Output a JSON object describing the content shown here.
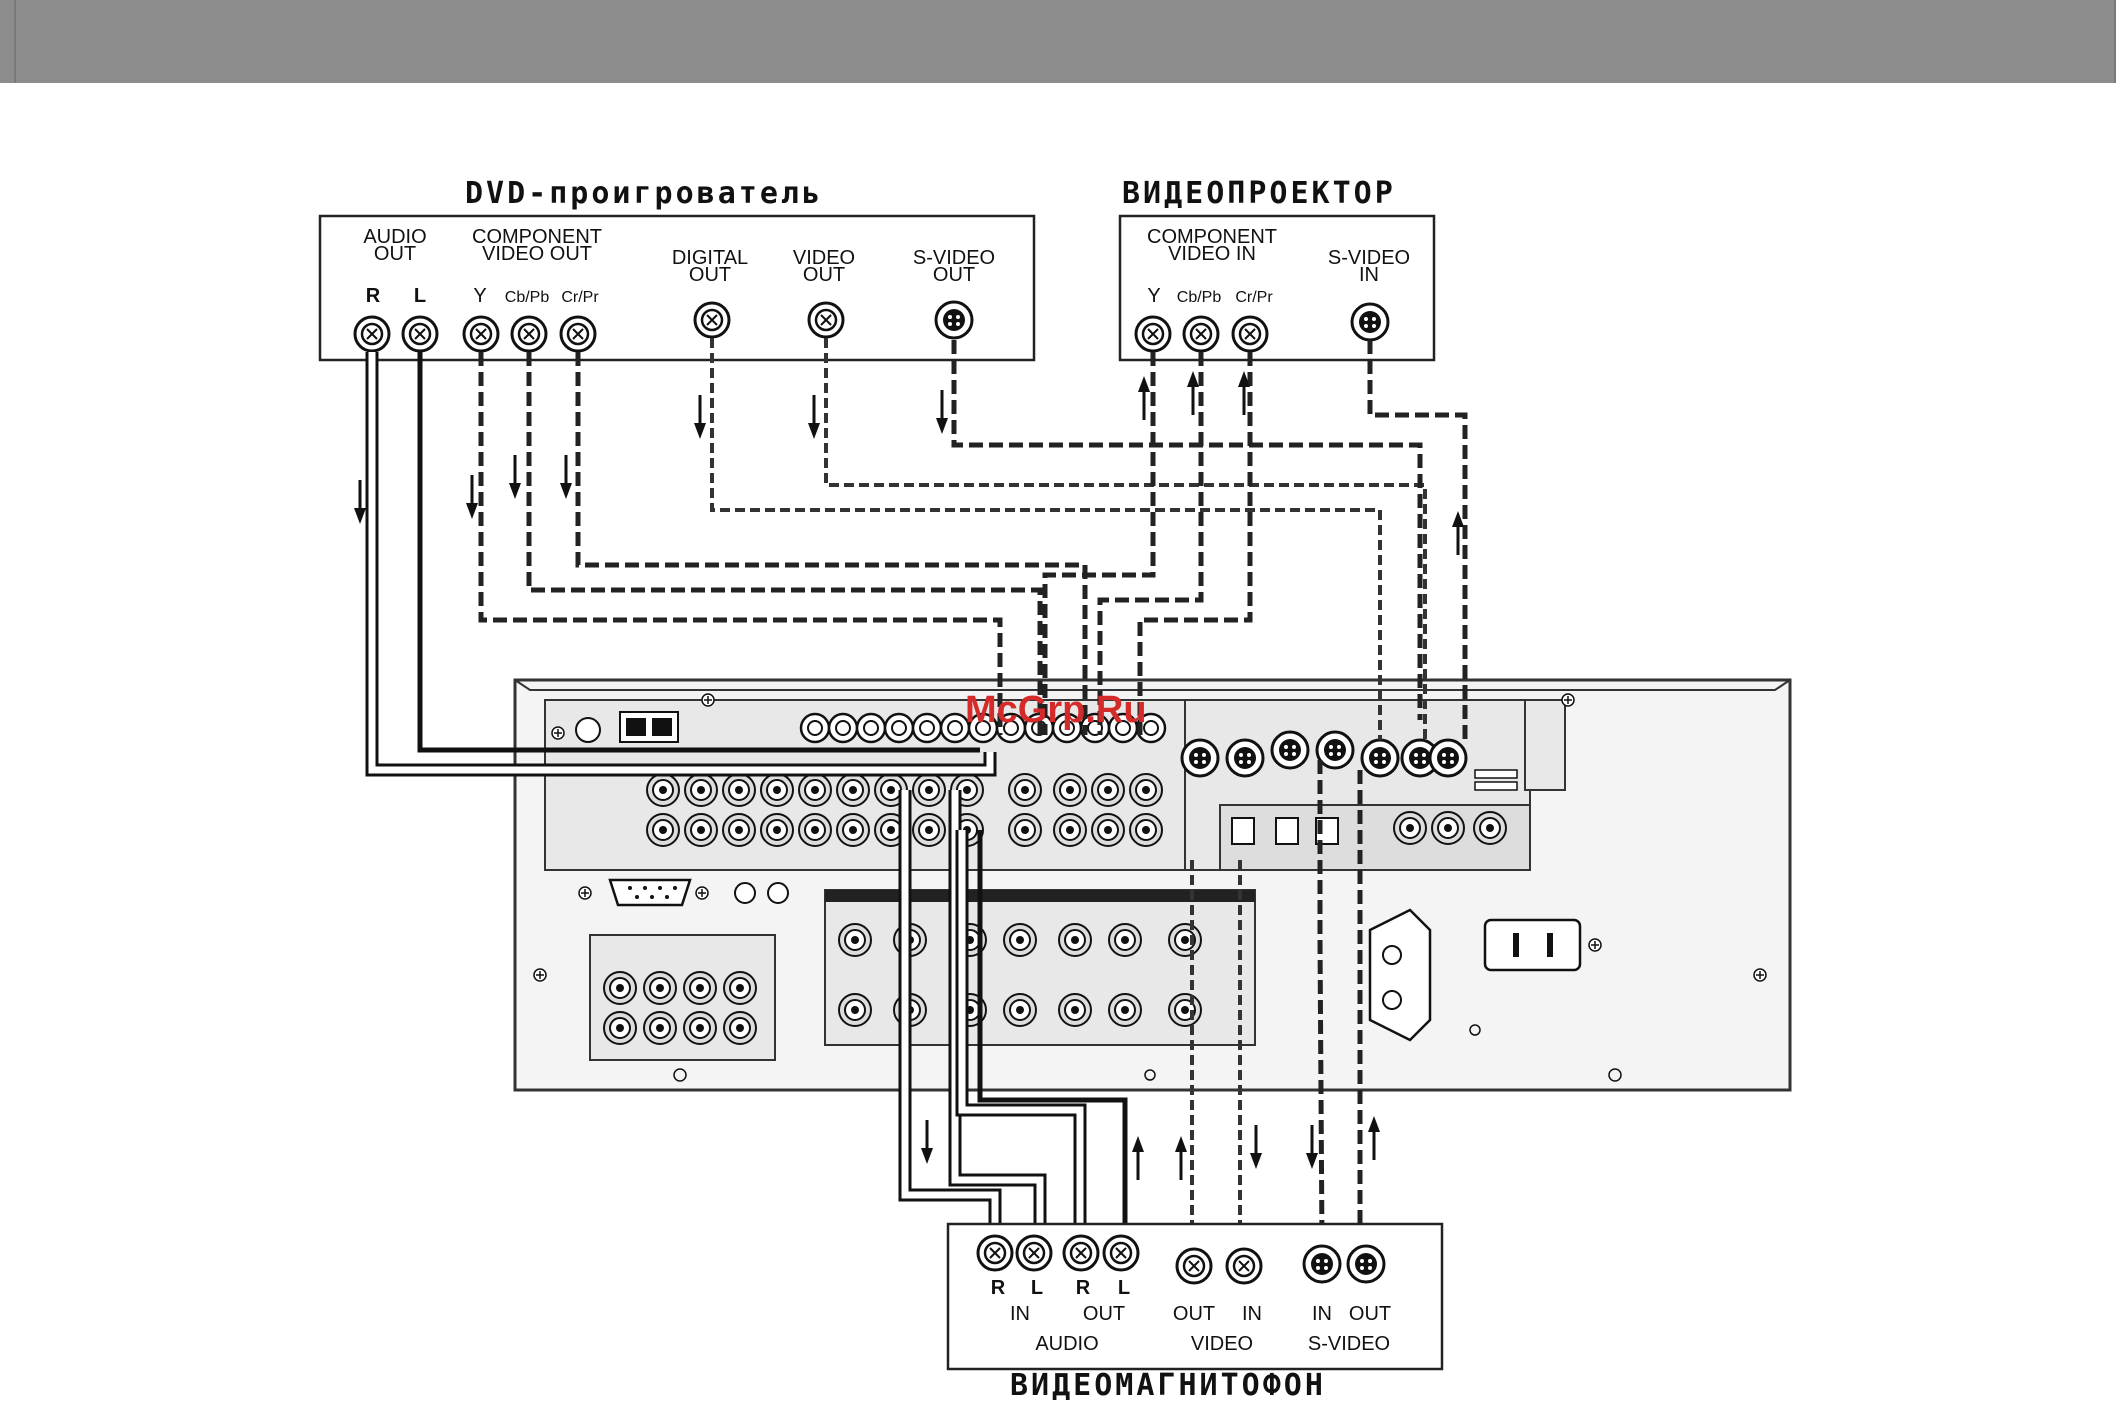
{
  "header": {
    "bar_color": "#8c8c8c"
  },
  "watermark": "McGrp.Ru",
  "dvd_player": {
    "title": "DVD-проигрователь",
    "audio_out": [
      "AUDIO",
      "OUT"
    ],
    "audio_channels": [
      "R",
      "L"
    ],
    "component_out": [
      "COMPONENT",
      "VIDEO OUT"
    ],
    "component_channels": [
      "Y",
      "Cb/Pb",
      "Cr/Pr"
    ],
    "digital_out": [
      "DIGITAL",
      "OUT"
    ],
    "video_out": [
      "VIDEO",
      "OUT"
    ],
    "svideo_out": [
      "S-VIDEO",
      "OUT"
    ]
  },
  "projector": {
    "title": "ВИДЕОПРОЕКТОР",
    "component_in": [
      "COMPONENT",
      "VIDEO IN"
    ],
    "component_channels": [
      "Y",
      "Cb/Pb",
      "Cr/Pr"
    ],
    "svideo_in": [
      "S-VIDEO",
      "IN"
    ]
  },
  "vcr": {
    "title": "ВИДЕОМАГНИТОФОН",
    "audio_in_channels": [
      "R",
      "L"
    ],
    "audio_out_channels": [
      "R",
      "L"
    ],
    "audio_in_label": "IN",
    "audio_out_label": "OUT",
    "audio_group": "AUDIO",
    "video_out_label": "OUT",
    "video_in_label": "IN",
    "video_group": "VIDEO",
    "svideo_in_label": "IN",
    "svideo_out_label": "OUT",
    "svideo_group": "S-VIDEO"
  },
  "colors": {
    "line": "#111111",
    "watermark": "#d42a2a",
    "panel": "#f4f4f4"
  }
}
